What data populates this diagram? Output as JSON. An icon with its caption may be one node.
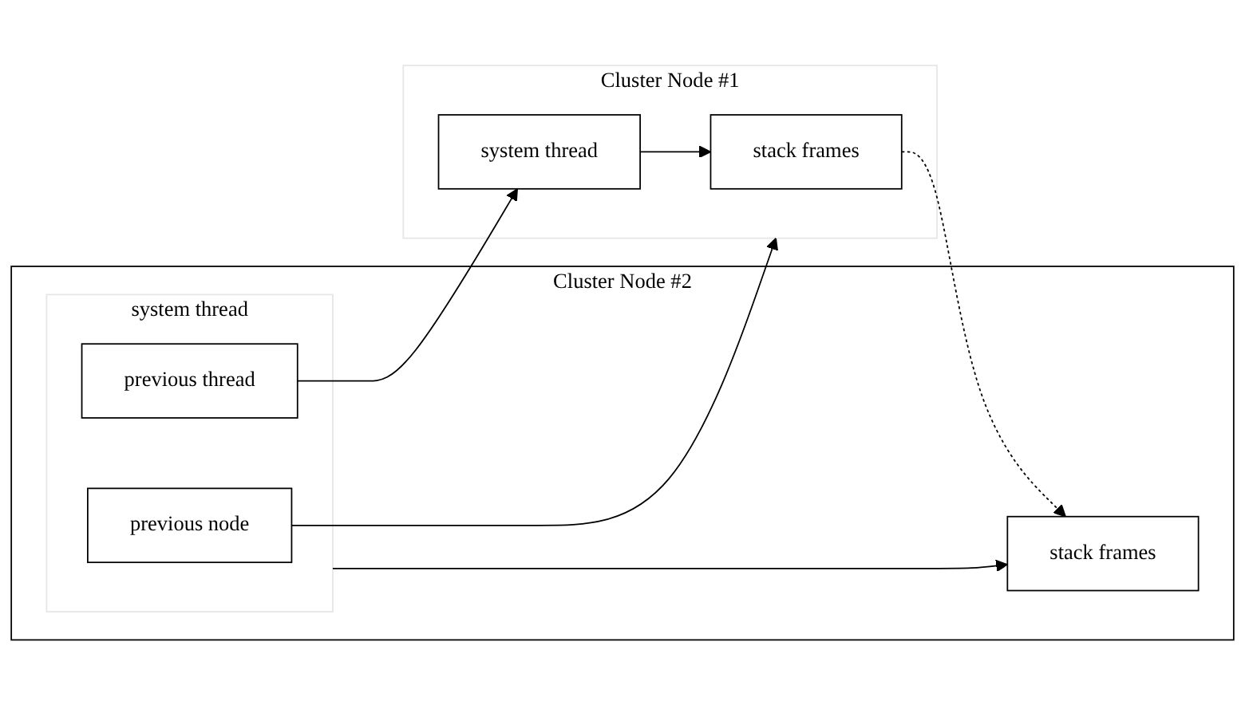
{
  "diagram": {
    "nodes": [
      {
        "text": [
          "Cluster Node #1"
        ]
      },
      {
        "text": [
          "stack frames"
        ],
        "in": 0
      },
      {
        "text": [
          "system thread"
        ],
        "in": 0
      },
      {
        "text": [
          "Cluster Node #2"
        ]
      },
      {
        "text": [
          "stack frames"
        ],
        "in": 3
      },
      {
        "text": [
          "system thread"
        ],
        "in": 3
      },
      {
        "text": [
          "previous thread"
        ],
        "in": 5
      },
      {
        "text": [
          "previous node"
        ],
        "in": 5
      }
    ],
    "edges": [
      {
        "from": 2,
        "to": 1,
        "arrow": "to"
      },
      {
        "from": 1,
        "to": 4,
        "arrow": "to",
        "style": "dashed"
      },
      {
        "from": 5,
        "to": 4,
        "arrow": "to"
      },
      {
        "from": 6,
        "to": 2,
        "arrow": "to"
      },
      {
        "from": 7,
        "to": 0,
        "arrow": "to"
      }
    ]
  }
}
